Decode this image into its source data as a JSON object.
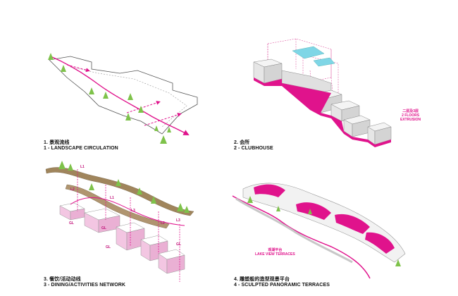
{
  "panels": [
    {
      "zh": "1. 景观流线",
      "en": "1 - LANDSCAPE CIRCULATION"
    },
    {
      "zh": "2. 会所",
      "en": "2 - CLUBHOUSE"
    },
    {
      "zh": "3. 餐饮/活动动线",
      "en": "3 - DINING/ACTIVITIES NETWORK"
    },
    {
      "zh": "4. 雕塑般的造型观景平台",
      "en": "4 - SCULPTED PANORAMIC TERRACES"
    }
  ],
  "notes": {
    "extrusion": {
      "zh": "二层及3层",
      "en1": "2 FLOORS",
      "en2": "EXTRUSION"
    },
    "terraces": {
      "zh": "观湖平台",
      "en": "LAKE VIEW TERRACES"
    }
  },
  "path_labels": [
    "L1",
    "L2",
    "L3",
    "GL",
    "GL",
    "GL",
    "GL",
    "L1",
    "L2",
    "L3"
  ],
  "colors": {
    "accent": "#e0138c",
    "terrain": "#a0855c",
    "tree": "#7ec24a"
  }
}
